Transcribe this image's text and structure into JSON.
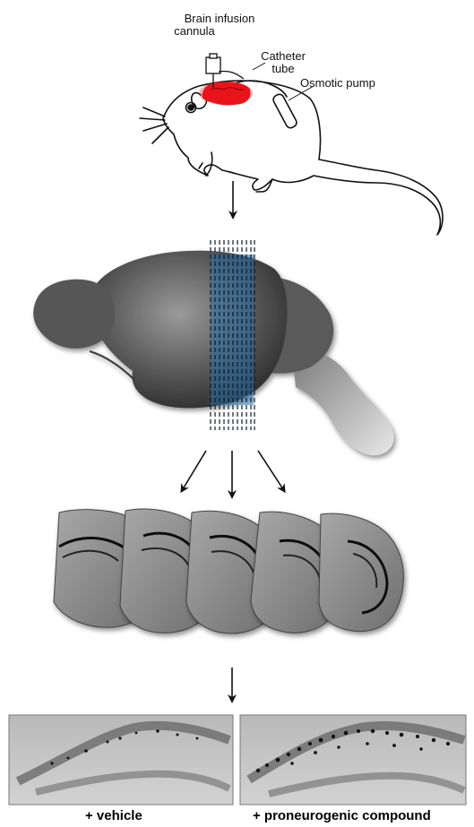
{
  "labels": {
    "brain_infusion_cannula_line1": "Brain infusion",
    "brain_infusion_cannula_line2": "cannula",
    "catheter_tube_line1": "Catheter",
    "catheter_tube_line2": "tube",
    "osmotic_pump": "Osmotic pump"
  },
  "captions": {
    "vehicle": "+ vehicle",
    "proneurogenic": "+ proneurogenic compound"
  },
  "colors": {
    "infusion_region": "#e8141a",
    "slab_highlight": "#2a6fa8",
    "brain_shade": "#555555"
  },
  "icons": {
    "mouse": "mouse-illustration-icon",
    "brain": "brain-3d-icon",
    "arrow": "down-arrow-icon"
  }
}
